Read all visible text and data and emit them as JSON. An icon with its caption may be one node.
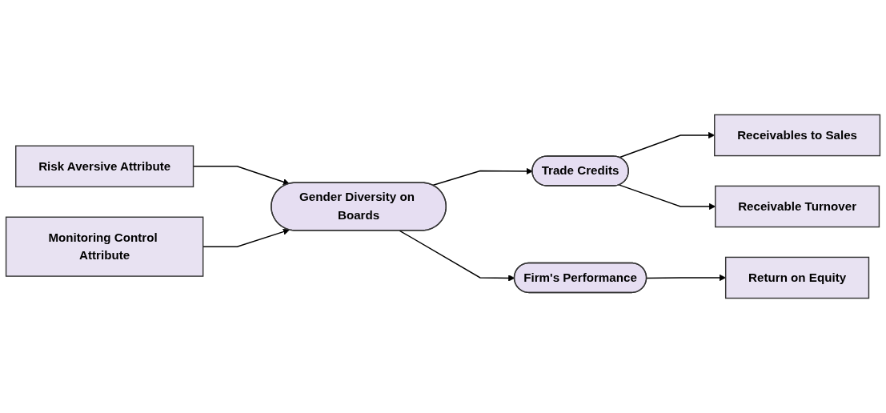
{
  "diagram": {
    "nodes": [
      {
        "text": [
          "Risk Aversive Attribute"
        ]
      },
      {
        "text": [
          "Gender Diversity on Boards"
        ]
      },
      {
        "text": [
          "Monitoring Control Attribute"
        ]
      },
      {
        "text": [
          "Trade Credits"
        ]
      },
      {
        "text": [
          "Firm's Performance"
        ]
      },
      {
        "text": [
          "Receivables to Sales"
        ]
      },
      {
        "text": [
          "Receivable Turnover"
        ]
      },
      {
        "text": [
          "Return on Equity"
        ]
      }
    ],
    "edges": [
      {
        "from": 0,
        "to": 1,
        "arrow": "to"
      },
      {
        "from": 2,
        "to": 1,
        "arrow": "to"
      },
      {
        "from": 1,
        "to": 3,
        "arrow": "to"
      },
      {
        "from": 1,
        "to": 4,
        "arrow": "to"
      },
      {
        "from": 3,
        "to": 5,
        "arrow": "to"
      },
      {
        "from": 3,
        "to": 6,
        "arrow": "to"
      },
      {
        "from": 4,
        "to": 7,
        "arrow": "to"
      }
    ]
  }
}
